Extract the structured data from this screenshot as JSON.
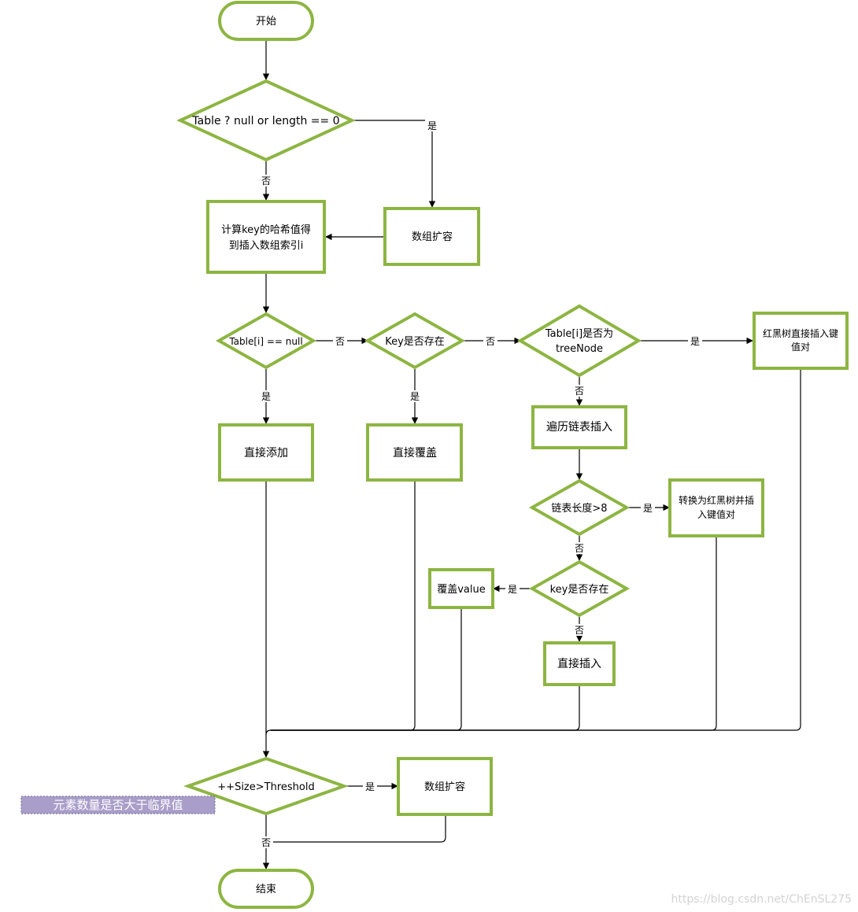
{
  "nodes": {
    "start": "开始",
    "table_check": "Table ? null or length == 0",
    "resize_1": "数组扩容",
    "compute_hash": [
      "计算key的哈希值得",
      "到插入数组索引i"
    ],
    "slot_null": "Table[i] == null",
    "key_exists": "Key是否存在",
    "is_tree": [
      "Table[i]是否为",
      "treeNode"
    ],
    "rbtree_insert": [
      "红黑树直接插入键",
      "值对"
    ],
    "direct_add": "直接添加",
    "direct_overwrite": "直接覆盖",
    "traverse_list": "遍历链表插入",
    "list_len": "链表长度>8",
    "convert_tree": [
      "转换为红黑树并插",
      "入键值对"
    ],
    "overwrite_value": "覆盖value",
    "key_exists_list": "key是否存在",
    "direct_insert": "直接插入",
    "size_check": "++Size>Threshold",
    "resize_2": "数组扩容",
    "end": "结束"
  },
  "edge_labels": {
    "yes": "是",
    "no": "否"
  },
  "note": "元素数量是否大于临界值",
  "watermark": "https://blog.csdn.net/ChEnSL275",
  "colors": {
    "node_border": "#8db542",
    "note_fill": "#a99ec9"
  }
}
